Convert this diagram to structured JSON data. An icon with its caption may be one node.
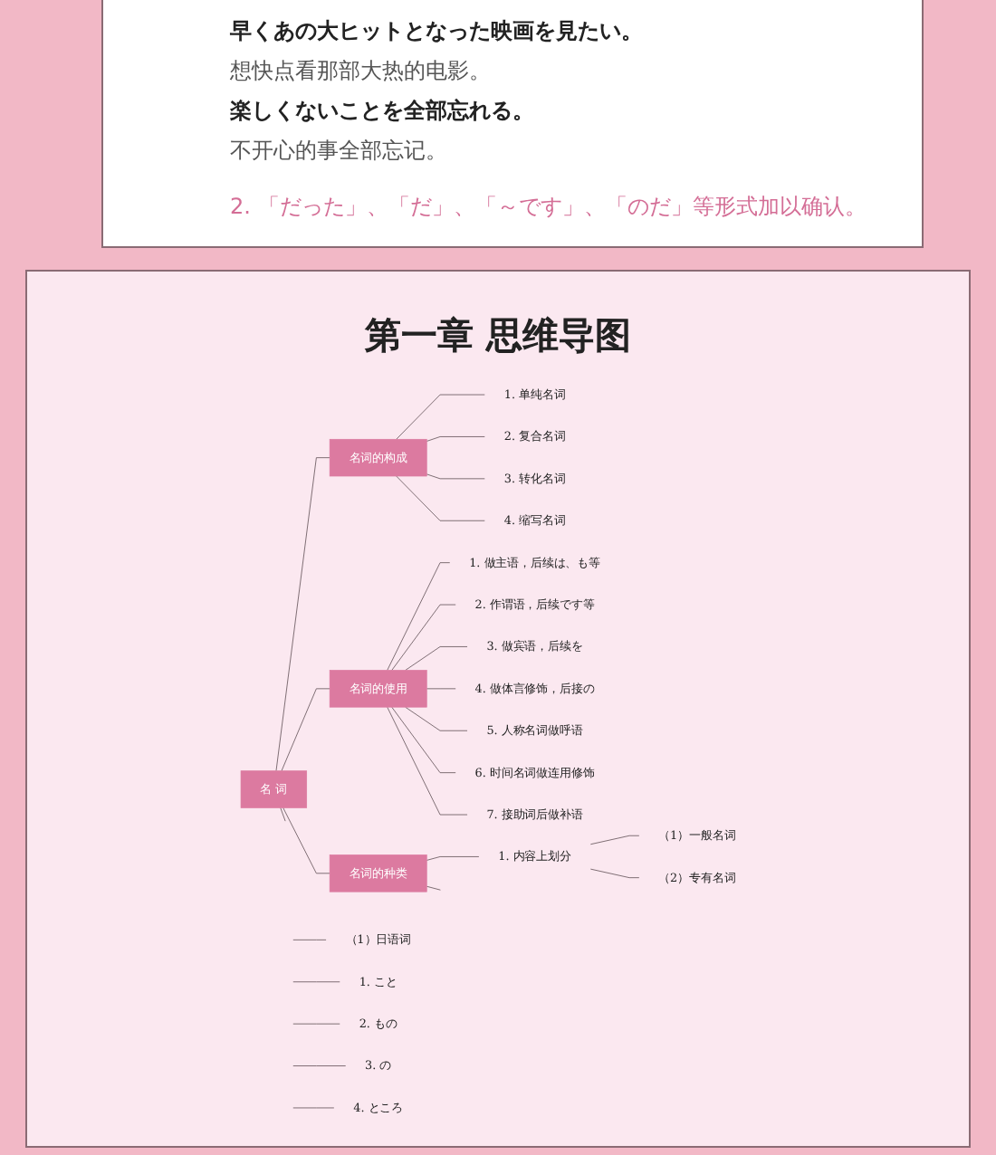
{
  "diagram": {
    "title": "第一章 思维导图",
    "nodes": [
      {
        "text": [
          "名 词"
        ]
      },
      {
        "text": [
          "名词的构成"
        ]
      },
      {
        "text": [
          "1. 单纯名词"
        ]
      },
      {
        "text": [
          "2. 复合名词"
        ]
      },
      {
        "text": [
          "3. 转化名词"
        ]
      },
      {
        "text": [
          "4. 缩写名词"
        ]
      },
      {
        "text": [
          "名词的使用"
        ]
      },
      {
        "text": [
          "1. 做主语，后续は、も等"
        ]
      },
      {
        "text": [
          "2. 作谓语，后续です等"
        ]
      },
      {
        "text": [
          "3. 做宾语，后续を"
        ]
      },
      {
        "text": [
          "4. 做体言修饰，后接の"
        ]
      },
      {
        "text": [
          "5. 人称名词做呼语"
        ]
      },
      {
        "text": [
          "6. 时间名词做连用修饰"
        ]
      },
      {
        "text": [
          "7. 接助词后做补语"
        ]
      },
      {
        "text": [
          "名词的种类"
        ]
      },
      {
        "text": [
          "1. 内容上划分"
        ]
      },
      {
        "text": [
          "（1）一般名词"
        ]
      },
      {
        "text": [
          "（2）专有名词"
        ]
      },
      {
        "text": [
          "（1）日语词"
        ]
      },
      {
        "text": [
          "1. こと"
        ]
      },
      {
        "text": [
          "2. もの"
        ]
      },
      {
        "text": [
          "3. の"
        ]
      },
      {
        "text": [
          "4. ところ"
        ]
      }
    ],
    "edges": [
      {
        "from": 0,
        "to": 1,
        "arrow": "none"
      },
      {
        "from": 1,
        "to": 2,
        "arrow": "none"
      },
      {
        "from": 1,
        "to": 3,
        "arrow": "none"
      },
      {
        "from": 1,
        "to": 4,
        "arrow": "none"
      },
      {
        "from": 1,
        "to": 5,
        "arrow": "none"
      },
      {
        "from": 0,
        "to": 6,
        "arrow": "none"
      },
      {
        "from": 6,
        "to": 7,
        "arrow": "none"
      },
      {
        "from": 6,
        "to": 8,
        "arrow": "none"
      },
      {
        "from": 6,
        "to": 9,
        "arrow": "none"
      },
      {
        "from": 6,
        "to": 10,
        "arrow": "none"
      },
      {
        "from": 6,
        "to": 11,
        "arrow": "none"
      },
      {
        "from": 6,
        "to": 12,
        "arrow": "none"
      },
      {
        "from": 6,
        "to": 13,
        "arrow": "none"
      },
      {
        "from": 0,
        "to": 14,
        "arrow": "none"
      },
      {
        "from": 14,
        "to": 15,
        "arrow": "none"
      },
      {
        "from": 15,
        "to": 16,
        "arrow": "none"
      },
      {
        "from": 15,
        "to": 17,
        "arrow": "none"
      },
      {
        "from": 14,
        "to": null,
        "arrow": "none"
      },
      {
        "from": null,
        "to": 18,
        "arrow": "none"
      },
      {
        "from": 0,
        "to": null,
        "arrow": "none"
      },
      {
        "from": null,
        "to": 19,
        "arrow": "none"
      },
      {
        "from": null,
        "to": 20,
        "arrow": "none"
      },
      {
        "from": null,
        "to": 21,
        "arrow": "none"
      },
      {
        "from": null,
        "to": 22,
        "arrow": "none"
      }
    ],
    "labels": [
      "早くあの大ヒットとなった映画を見たい。",
      "想快点看那部大热的电影。",
      "楽しくないことを全部忘れる。",
      "不开心的事全部忘记。",
      "2. 「だった」、「だ」、「～です」、「のだ」等形式加以确认。"
    ]
  }
}
